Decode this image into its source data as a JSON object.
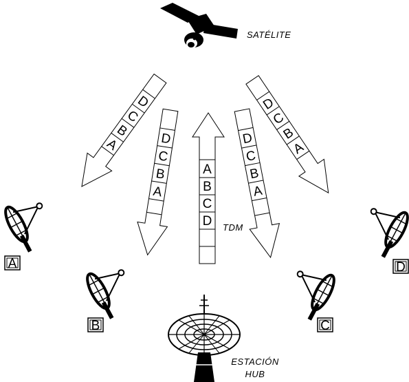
{
  "satellite_label": "SATÉLITE",
  "tdm_label": "TDM",
  "hub_label_line1": "ESTACIÓN",
  "hub_label_line2": "HUB",
  "uplink_cells": [
    "A",
    "B",
    "C",
    "D"
  ],
  "downlink_cells": [
    "A",
    "B",
    "C",
    "D"
  ],
  "stations": [
    {
      "id": "A",
      "label": "A"
    },
    {
      "id": "B",
      "label": "B"
    },
    {
      "id": "C",
      "label": "C"
    },
    {
      "id": "D",
      "label": "D"
    }
  ]
}
